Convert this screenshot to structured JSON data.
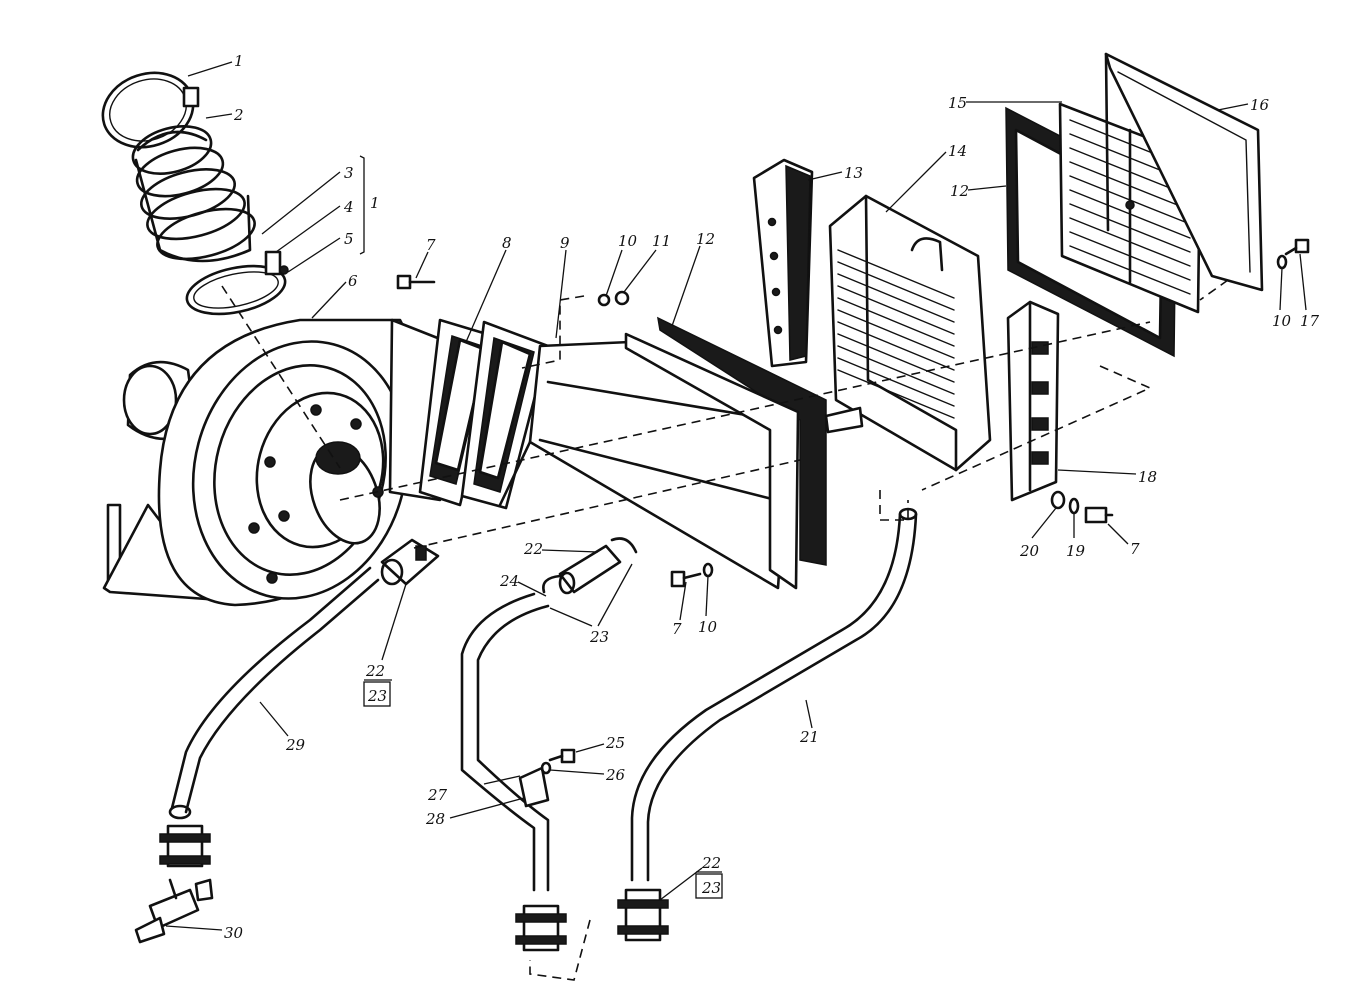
{
  "labels": {
    "l1": "1",
    "l2": "2",
    "l3": "3",
    "l4": "4",
    "l5": "5",
    "l1b": "1",
    "l6": "6",
    "l7a": "7",
    "l8": "8",
    "l9": "9",
    "l10a": "10",
    "l11": "11",
    "l12a": "12",
    "l13": "13",
    "l14": "14",
    "l15": "15",
    "l16": "16",
    "l12b": "12",
    "l10b": "10",
    "l17": "17",
    "l18": "18",
    "l20": "20",
    "l19": "19",
    "l7b": "7",
    "l22a": "22",
    "l24": "24",
    "l23a": "23",
    "l7c": "7",
    "l10c": "10",
    "l22b": "22",
    "l23b": "23",
    "l29": "29",
    "l21": "21",
    "l25": "25",
    "l26": "26",
    "l27": "27",
    "l28": "28",
    "l22c": "22",
    "l23c": "23",
    "l30": "30"
  }
}
